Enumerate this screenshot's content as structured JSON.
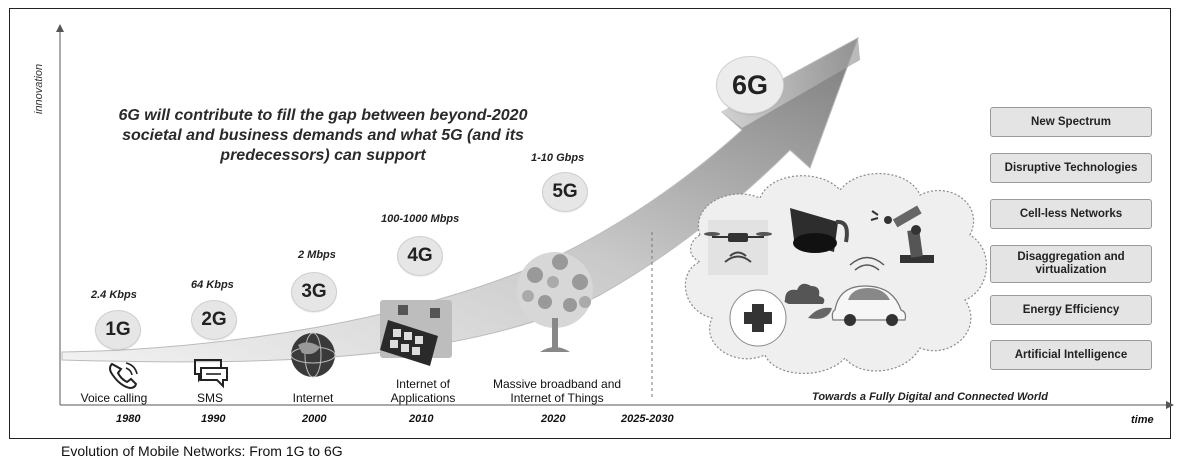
{
  "headline": "6G will contribute to fill the gap between beyond-2020 societal and business demands and what 5G (and its predecessors) can support",
  "axes": {
    "y_label": "innovation",
    "x_label": "time"
  },
  "generations": [
    {
      "gen": "1G",
      "speed": "2.4 Kbps",
      "service": "Voice calling",
      "year": "1980",
      "icon": "phone-icon"
    },
    {
      "gen": "2G",
      "speed": "64 Kbps",
      "service": "SMS",
      "year": "1990",
      "icon": "chat-bubbles-icon"
    },
    {
      "gen": "3G",
      "speed": "2 Mbps",
      "service": "Internet",
      "year": "2000",
      "icon": "globe-icon"
    },
    {
      "gen": "4G",
      "speed": "100-1000 Mbps",
      "service": "Internet of Applications",
      "year": "2010",
      "icon": "smartphone-apps-icon"
    },
    {
      "gen": "5G",
      "speed": "1-10 Gbps",
      "service": "Massive broadband and Internet of Things",
      "year": "2020",
      "icon": "iot-tree-icon"
    },
    {
      "gen": "6G",
      "year": "2025-2030"
    }
  ],
  "future_world": {
    "title": "Towards a Fully Digital and Connected World",
    "icons": [
      "drone-icon",
      "vr-headset-icon",
      "robot-arm-icon",
      "medical-cross-icon",
      "cloud-icon",
      "autonomous-car-icon",
      "leaf-icon"
    ]
  },
  "features": [
    "New Spectrum",
    "Disruptive Technologies",
    "Cell-less Networks",
    "Disaggregation and virtualization",
    "Energy Efficiency",
    "Artificial Intelligence"
  ],
  "caption": "Evolution of Mobile Networks: From 1G to 6G"
}
